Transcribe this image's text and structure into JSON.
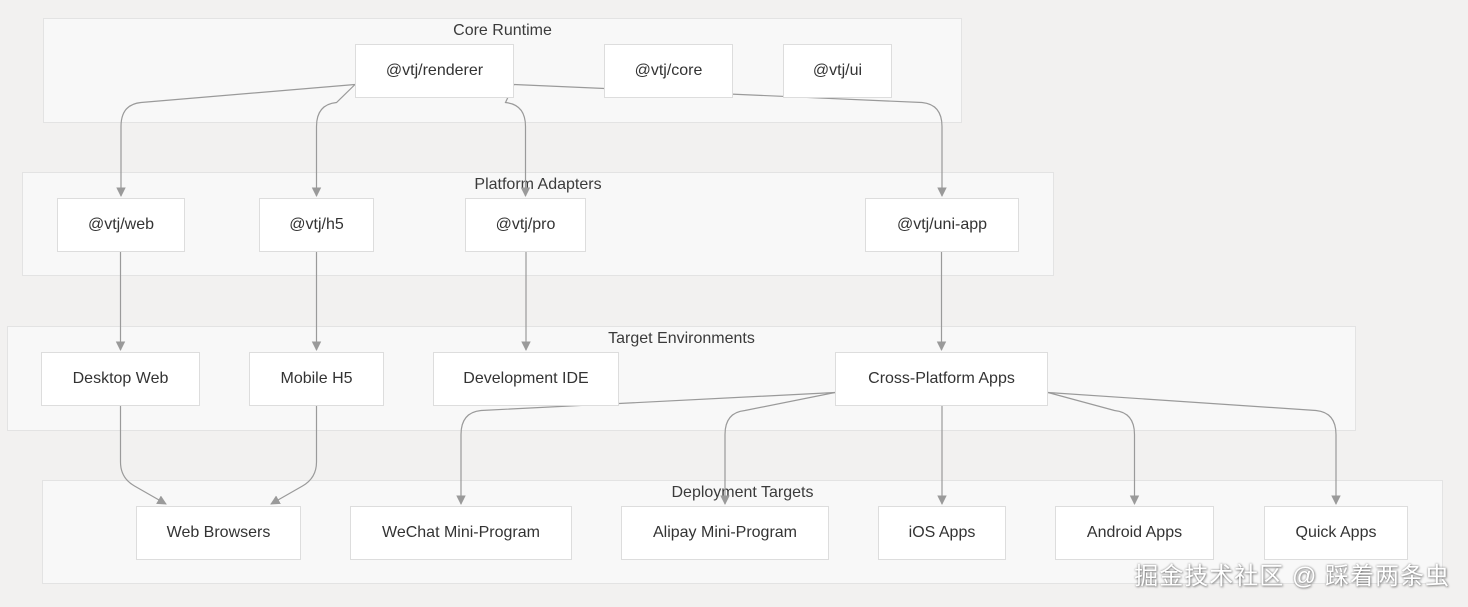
{
  "groups": {
    "core": {
      "title": "Core Runtime"
    },
    "adapters": {
      "title": "Platform Adapters"
    },
    "environments": {
      "title": "Target Environments"
    },
    "deployment": {
      "title": "Deployment Targets"
    }
  },
  "nodes": {
    "renderer": "@vtj/renderer",
    "core": "@vtj/core",
    "ui": "@vtj/ui",
    "web": "@vtj/web",
    "h5": "@vtj/h5",
    "pro": "@vtj/pro",
    "uniapp": "@vtj/uni-app",
    "desktop_web": "Desktop Web",
    "mobile_h5": "Mobile H5",
    "dev_ide": "Development IDE",
    "cross_platform": "Cross-Platform Apps",
    "web_browsers": "Web Browsers",
    "wechat": "WeChat Mini-Program",
    "alipay": "Alipay Mini-Program",
    "ios": "iOS Apps",
    "android": "Android Apps",
    "quick": "Quick Apps"
  },
  "edges": [
    [
      "renderer",
      "web"
    ],
    [
      "renderer",
      "h5"
    ],
    [
      "renderer",
      "pro"
    ],
    [
      "renderer",
      "uniapp"
    ],
    [
      "web",
      "desktop_web"
    ],
    [
      "h5",
      "mobile_h5"
    ],
    [
      "pro",
      "dev_ide"
    ],
    [
      "uniapp",
      "cross_platform"
    ],
    [
      "desktop_web",
      "web_browsers"
    ],
    [
      "mobile_h5",
      "web_browsers"
    ],
    [
      "cross_platform",
      "wechat"
    ],
    [
      "cross_platform",
      "alipay"
    ],
    [
      "cross_platform",
      "ios"
    ],
    [
      "cross_platform",
      "android"
    ],
    [
      "cross_platform",
      "quick"
    ]
  ],
  "colors": {
    "background": "#f2f1f0",
    "group_fill": "#f8f8f8",
    "node_fill": "#ffffff",
    "edge": "#9a9a9a"
  },
  "watermark": "掘金技术社区 @ 踩着两条虫"
}
